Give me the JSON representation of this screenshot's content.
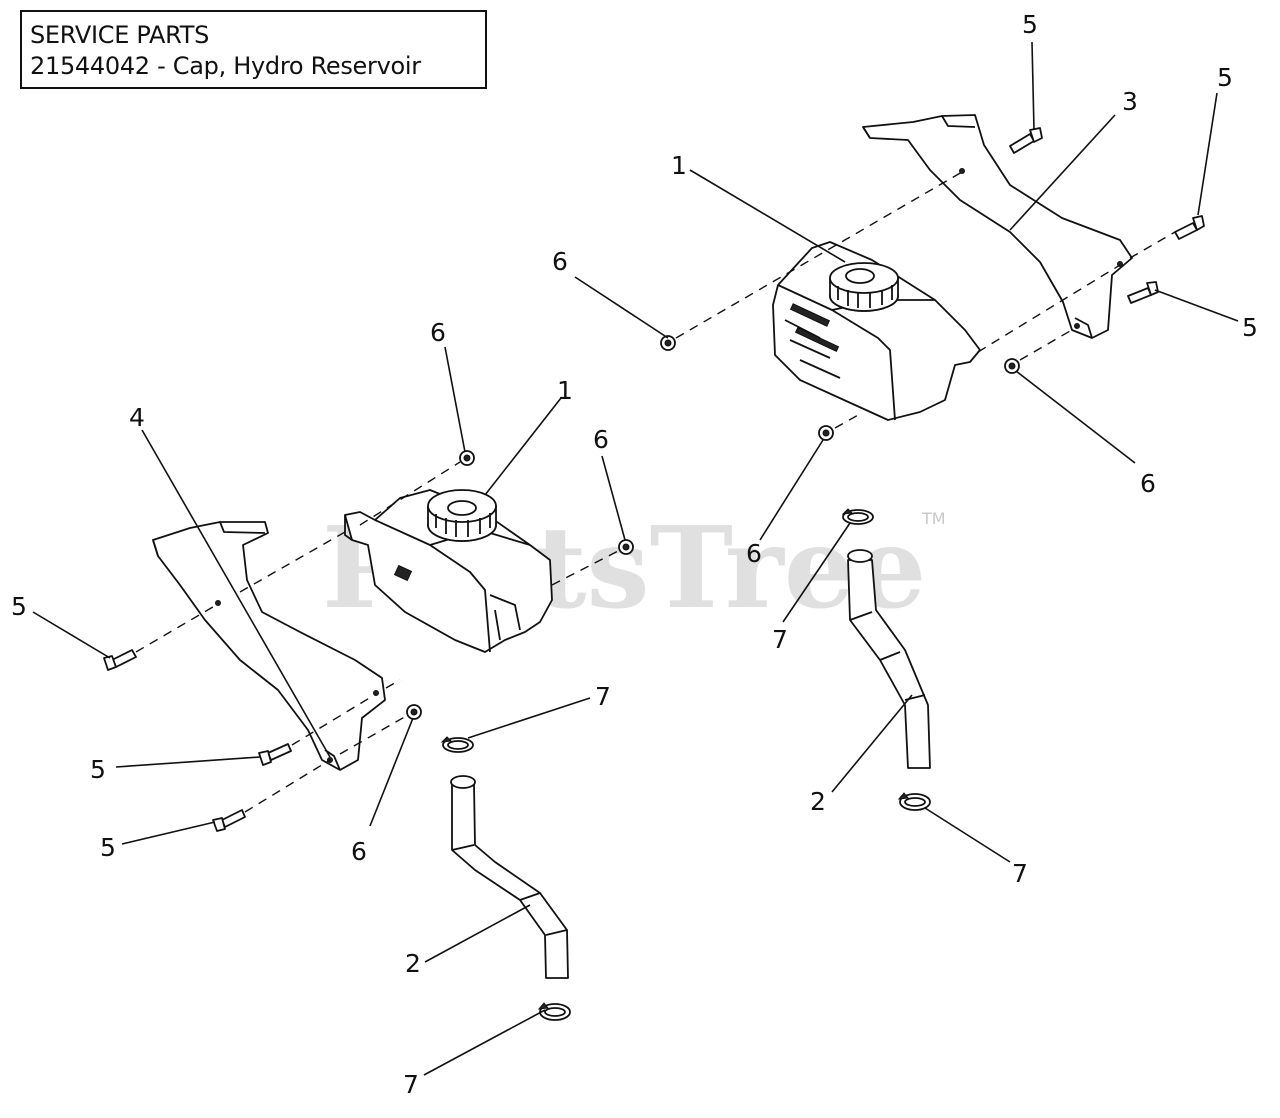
{
  "service_box": {
    "line1": "SERVICE PARTS",
    "line2": "21544042 - Cap, Hydro Reservoir"
  },
  "watermark": {
    "text": "PartsTree",
    "trademark": "TM"
  },
  "callouts": {
    "c1_right": "1",
    "c1_left": "1",
    "c2_right": "2",
    "c2_left": "2",
    "c3": "3",
    "c4": "4",
    "c5_top": "5",
    "c5_right_a": "5",
    "c5_right_b": "5",
    "c5_left_a": "5",
    "c5_left_b": "5",
    "c5_left_c": "5",
    "c6_top_right": "6",
    "c6_right_low": "6",
    "c6_mid_right": "6",
    "c6_top_left": "6",
    "c6_left_right": "6",
    "c6_left_low": "6",
    "c7_right_top": "7",
    "c7_right_low": "7",
    "c7_left_top": "7",
    "c7_left_low": "7"
  },
  "colors": {
    "line": "#111111",
    "watermark": "#c8c8c8"
  }
}
